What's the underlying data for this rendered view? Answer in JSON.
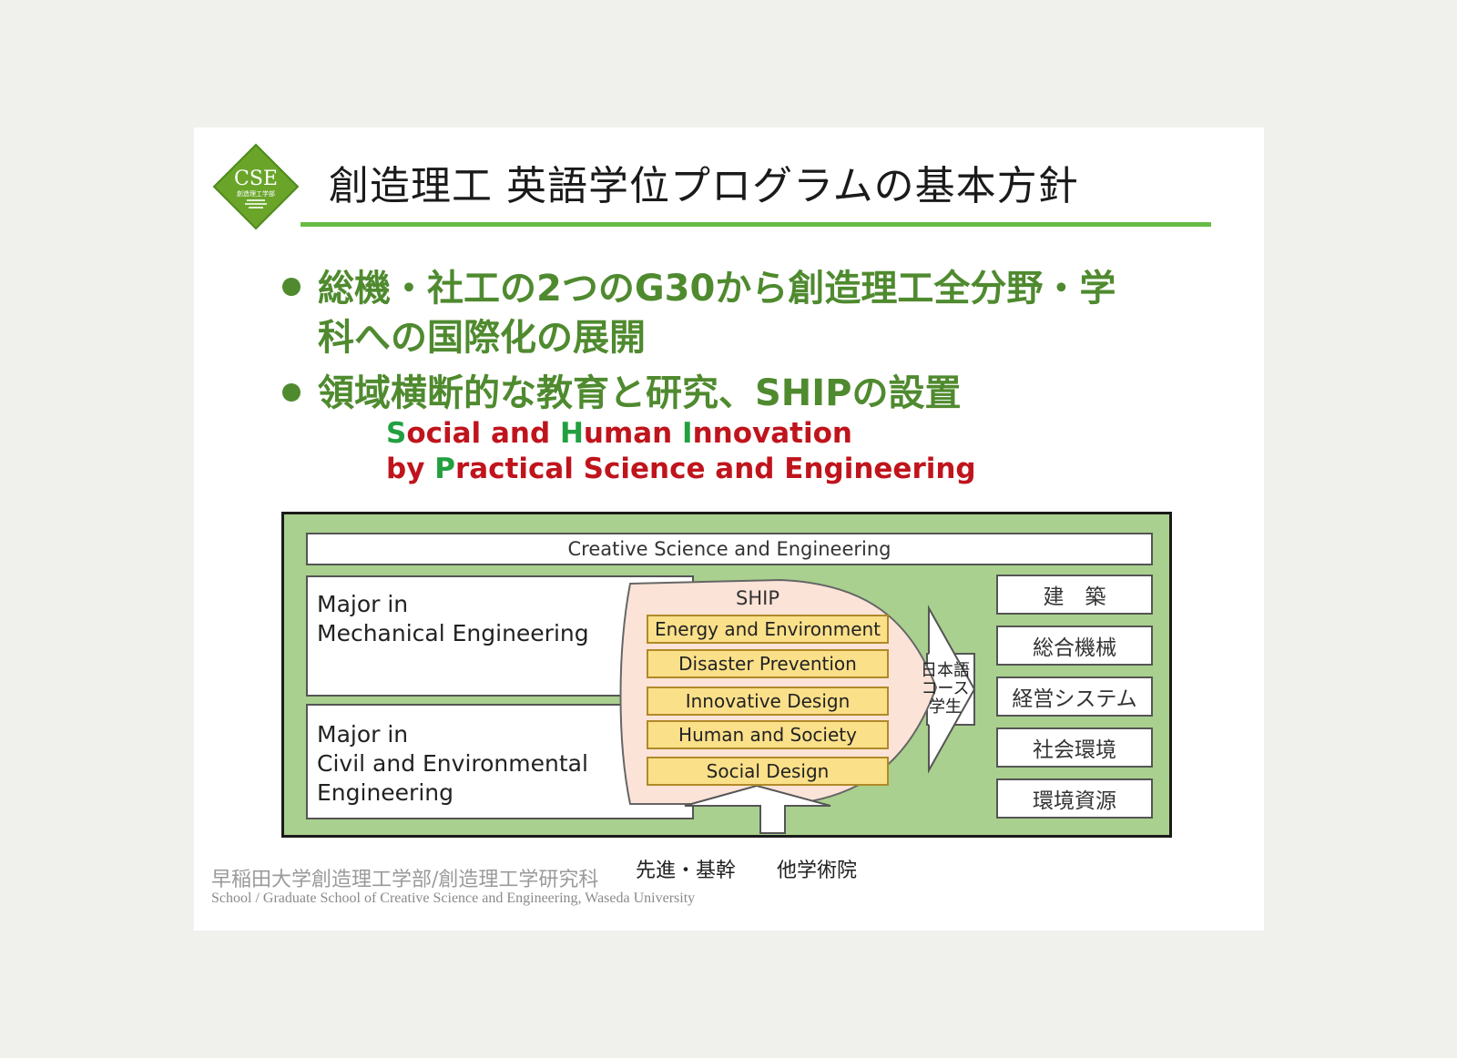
{
  "logo": {
    "text": "CSE",
    "sub": "創造理工学部",
    "color": "#6aa52a"
  },
  "title": "創造理工 英語学位プログラムの基本方針",
  "bullets": [
    {
      "line1": "総機・社工の2つのG30から創造理工全分野・学",
      "line2": "科への国際化の展開"
    },
    {
      "line1": "領域横断的な教育と研究、SHIPの設置"
    }
  ],
  "ship_acronym": {
    "line1": [
      {
        "text": "S",
        "accent": true
      },
      {
        "text": "ocial and ",
        "accent": false
      },
      {
        "text": "H",
        "accent": true
      },
      {
        "text": "uman ",
        "accent": false
      },
      {
        "text": "I",
        "accent": true
      },
      {
        "text": "nnovation",
        "accent": false
      }
    ],
    "line2": [
      {
        "text": "by ",
        "accent": false
      },
      {
        "text": "P",
        "accent": true
      },
      {
        "text": "ractical Science and Engineering",
        "accent": false
      }
    ],
    "accent_color": "#22a040",
    "text_color": "#c0141c"
  },
  "diagram": {
    "header": "Creative Science and Engineering",
    "major_mech": [
      "Major in",
      "Mechanical  Engineering"
    ],
    "major_civil": [
      "Major in",
      "Civil  and  Environmental",
      "Engineering"
    ],
    "ship_title": "SHIP",
    "ship_topics": [
      "Energy and Environment",
      "Disaster Prevention",
      "Innovative Design",
      "Human and Society",
      "Social Design"
    ],
    "arrow_label": [
      "日本語",
      "コース",
      "学生"
    ],
    "departments": [
      "建　築",
      "総合機械",
      "経営システム",
      "社会環境",
      "環境資源"
    ],
    "bottom_left": "先進・基幹",
    "bottom_right": "他学術院"
  },
  "footer": {
    "jp": "早稲田大学創造理工学部/創造理工学研究科",
    "en": "School / Graduate School of Creative Science and Engineering, Waseda University"
  }
}
